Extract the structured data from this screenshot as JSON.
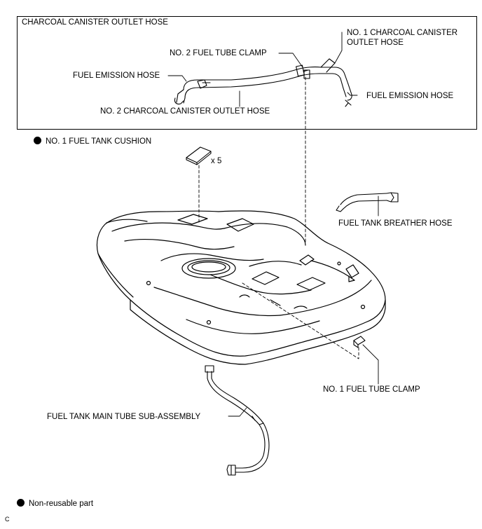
{
  "box_title": "CHARCOAL CANISTER OUTLET HOSE",
  "labels": {
    "no1_canister_outlet_hose_line1": "NO. 1 CHARCOAL CANISTER",
    "no1_canister_outlet_hose_line2": "OUTLET HOSE",
    "no2_fuel_tube_clamp": "NO. 2 FUEL TUBE CLAMP",
    "fuel_emission_hose_left": "FUEL EMISSION HOSE",
    "fuel_emission_hose_right": "FUEL EMISSION HOSE",
    "no2_canister_outlet_hose": "NO. 2 CHARCOAL CANISTER OUTLET HOSE",
    "no1_fuel_tank_cushion": "NO. 1 FUEL TANK CUSHION",
    "cushion_qty": "x 5",
    "fuel_tank_breather_hose": "FUEL TANK BREATHER HOSE",
    "no1_fuel_tube_clamp": "NO. 1 FUEL TUBE CLAMP",
    "fuel_tank_main_tube": "FUEL TANK MAIN TUBE SUB-ASSEMBLY"
  },
  "legend": {
    "symbol": "filled-circle-icon",
    "text": "Non-reusable part"
  },
  "corner_mark": "C"
}
